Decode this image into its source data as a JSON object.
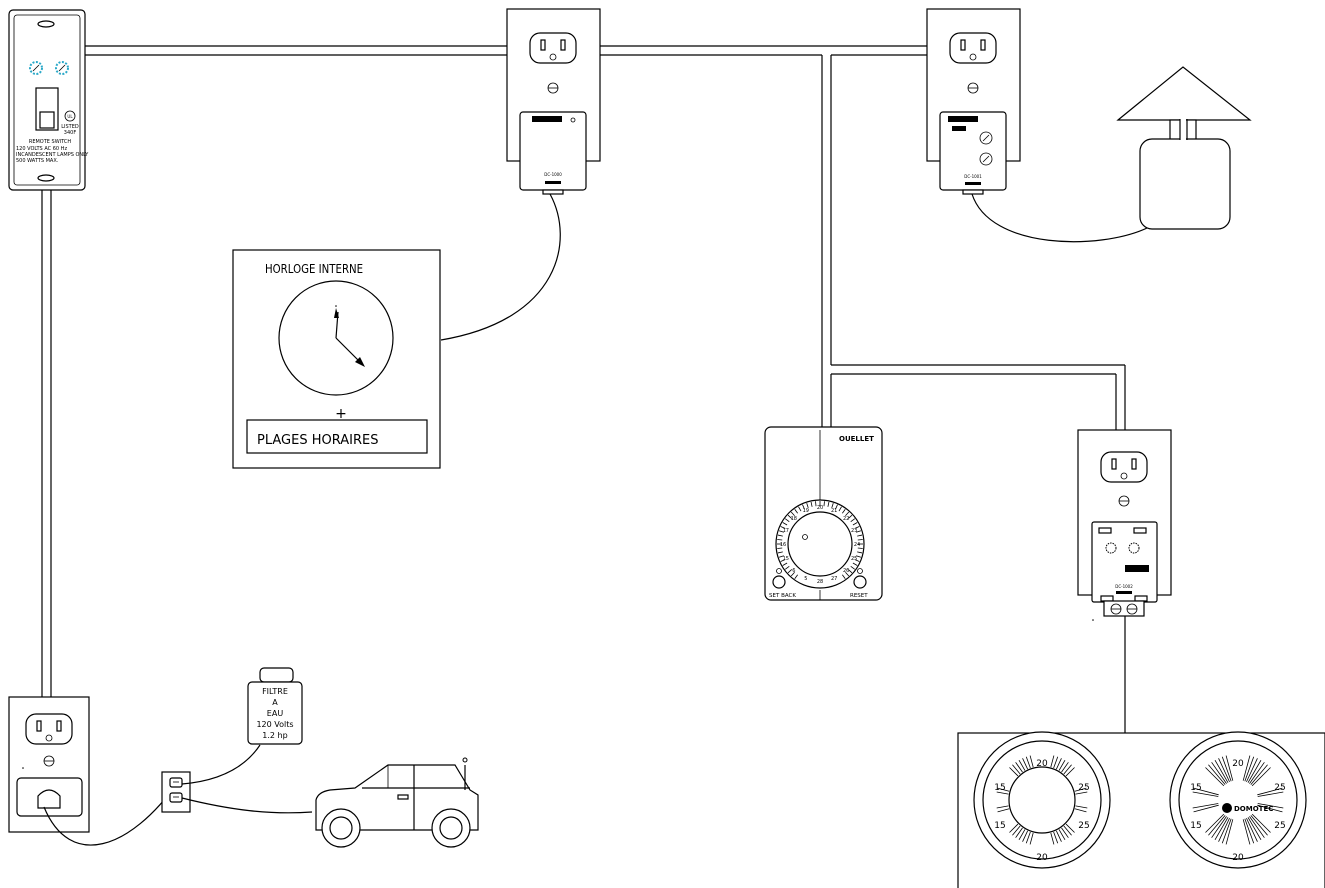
{
  "clock_box": {
    "title": "HORLOGE INTERNE",
    "plus": "+",
    "schedule_label": "PLAGES HORAIRES"
  },
  "wall_switch": {
    "listed_mark": "LISTED",
    "listed_code": "340F",
    "ul_mark": "UL",
    "name": "REMOTE SWITCH",
    "rating_line1": "120  VOLTS  AC  60 Hz",
    "rating_line2": "INCANDESCENT LAMPS ONLY",
    "rating_line3": "500 WATTS MAX."
  },
  "thermostat": {
    "brand": "OUELLET",
    "dial_numbers": [
      "20",
      "21",
      "22",
      "23",
      "24",
      "25",
      "26",
      "27",
      "28",
      "5",
      "6",
      "15",
      "16",
      "17",
      "18",
      "19"
    ],
    "set_back_label": "SET BACK",
    "reset_label": "RESET"
  },
  "water_filter": {
    "line1": "FILTRE",
    "line2": "A",
    "line3": "EAU",
    "line4": "120 Volts",
    "line5": "1.2 hp"
  },
  "module_labels": {
    "appliance_module_code": "DC-1000",
    "lamp_module_code": "DC-1001",
    "interface_module_code": "DC-1002"
  },
  "dial_panel": {
    "left_dial": {
      "top": "20",
      "left_top": "15",
      "right_top": "25",
      "left_bottom": "15",
      "right_bottom": "25",
      "bottom": "20"
    },
    "right_dial": {
      "top": "20",
      "left_top": "15",
      "right_top": "25",
      "left_bottom": "15",
      "right_bottom": "25",
      "bottom": "20",
      "brand": "DOMOTEC"
    }
  }
}
